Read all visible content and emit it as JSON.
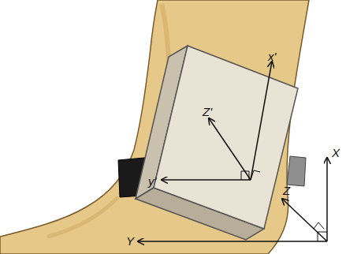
{
  "diagram": {
    "labels": [
      "x'",
      "Z'",
      "y'",
      "X",
      "Z",
      "Y"
    ]
  }
}
